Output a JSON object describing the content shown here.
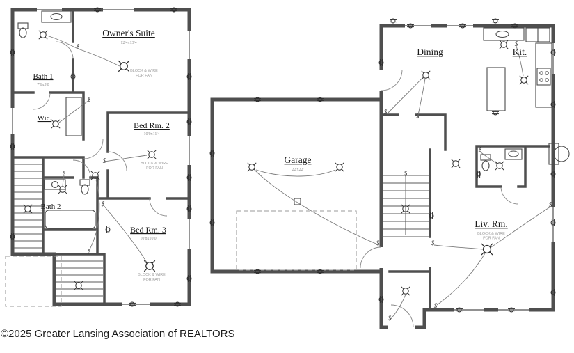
{
  "footer": {
    "text": "©2025 Greater Lansing Association of REALTORS"
  },
  "colors": {
    "wall": "#4f4f4f",
    "symbol": "#2f2f2f",
    "note": "#9b9b9b",
    "text": "#1b1b1b",
    "background": "#ffffff"
  },
  "upper_floor": {
    "owners_suite": {
      "label": "Owner's Suite",
      "dim": "12'4x13'4"
    },
    "bath1": {
      "label": "Bath 1",
      "dim": "7'6x5'0"
    },
    "wic": {
      "label": "Wic."
    },
    "bed2": {
      "label": "Bed Rm. 2",
      "dim": "10'0x11'4"
    },
    "bath2": {
      "label": "Bath 2"
    },
    "bed3": {
      "label": "Bed Rm. 3",
      "dim": "10'8x10'0"
    },
    "fan_note": {
      "line1": "BLOCK & WIRE",
      "line2": "FOR FAN"
    }
  },
  "main_floor": {
    "garage": {
      "label": "Garage",
      "dim": "22'x22'"
    },
    "dining": {
      "label": "Dining"
    },
    "kitchen": {
      "label": "Kit."
    },
    "living": {
      "label": "Liv. Rm.",
      "note_line1": "BLOCK & WIRE",
      "note_line2": "FOR FAN"
    }
  },
  "symbols": {
    "switch_glyph": "$"
  }
}
